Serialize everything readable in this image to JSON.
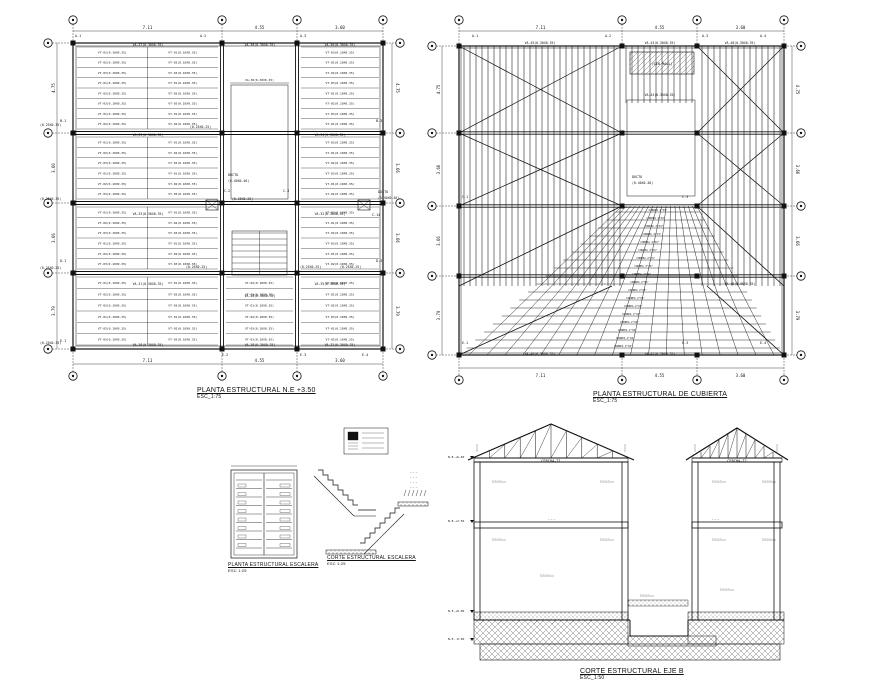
{
  "sheet": {
    "plan1": {
      "title": "PLANTA ESTRUCTURAL  N.E +3.50",
      "scale": "ESC_1:75",
      "top_dims": [
        "7.11",
        "4.55",
        "3.60"
      ],
      "bottom_dims": [
        "7.11",
        "4.55",
        "3.60"
      ],
      "left_dims": [
        "4.75",
        "3.66",
        "3.66",
        "3.79"
      ],
      "right_dims": [
        "4.75",
        "3.66",
        "3.66",
        "3.79"
      ],
      "grid_labels": [
        "A-1",
        "A-2",
        "A-3",
        "B-1",
        "B-3",
        "C-2",
        "C-3",
        "C-14",
        "D-1",
        "D-3",
        "E-1",
        "E-2",
        "E-3",
        "E-4"
      ],
      "beam_labels": [
        "VA-37(0.30X0.35)",
        "VA-38(0.30X0.35)",
        "VA-30(0.30X0.35)",
        "VA-33(0.30X0.35)",
        "VA-31(0.30X0.35)",
        "VA-28(0.30X0.35)",
        "VA-32(0.30X0.35)",
        "VA-34(0.30X0.35)",
        "VA-35(0.30X0.35)"
      ],
      "joist_labels": [
        "VT-01(0.10X0.35)",
        "VT-02(0.10X0.35)",
        "VT-03(0.10X0.35)"
      ],
      "column_labels": [
        "(0.25X0.35)",
        "(0.25X0.25)",
        "(0.25X0.35)"
      ],
      "ducto_label": "DUCTO",
      "ducto_size": "(0.40X0.40)"
    },
    "plan2": {
      "title": "PLANTA ESTRUCTURAL DE CUBIERTA",
      "scale": "ESC_1:75",
      "top_dims": [
        "7.11",
        "4.55",
        "3.60"
      ],
      "bottom_dims": [
        "7.11",
        "4.55",
        "3.60"
      ],
      "left_dims": [
        "4.75",
        "3.66",
        "3.66",
        "3.79"
      ],
      "right_dims": [
        "4.75",
        "3.66",
        "3.66",
        "3.79"
      ],
      "grid_labels": [
        "A-1",
        "A-2",
        "A-3",
        "A-4",
        "C-1",
        "C-3",
        "E-1",
        "E-3",
        "E-4"
      ],
      "beam_labels": [
        "VA-45(0.30X0.35)",
        "VA-43(0.30X0.35)",
        "VA-40(0.30X0.35)",
        "VA-48(0.30X0.35)",
        "VA-46(0.30X0.35)",
        "VA-41(0.30X0.35)"
      ],
      "hatch_label": "(SIN MALL)",
      "ducto_label": "DUCTO",
      "ducto_size": "(0.40X0.40)",
      "rafter_label": "CORREA 2\"X4\""
    },
    "stair_plan": {
      "title": "PLANTA ESTRUCTURAL ESCALERA",
      "scale": "ESC 1:25"
    },
    "stair_section": {
      "title": "CORTE ESTRUCTURAL ESCALERA",
      "scale": "ESC 1:25"
    },
    "section": {
      "title": "CORTE ESTRUCTURAL EJE B",
      "scale": "ESC_1:50",
      "truss_labels": [
        "CERCHA-T1",
        "CERCHA-T2"
      ],
      "levels": [
        "N.E.+6.40",
        "N.E.+3.50",
        "N.E.+0.00",
        "N.E.-0.60"
      ]
    }
  },
  "colors": {
    "ink": "#111111",
    "paper": "#ffffff",
    "hatch": "#444444",
    "light_ink": "#555555"
  }
}
